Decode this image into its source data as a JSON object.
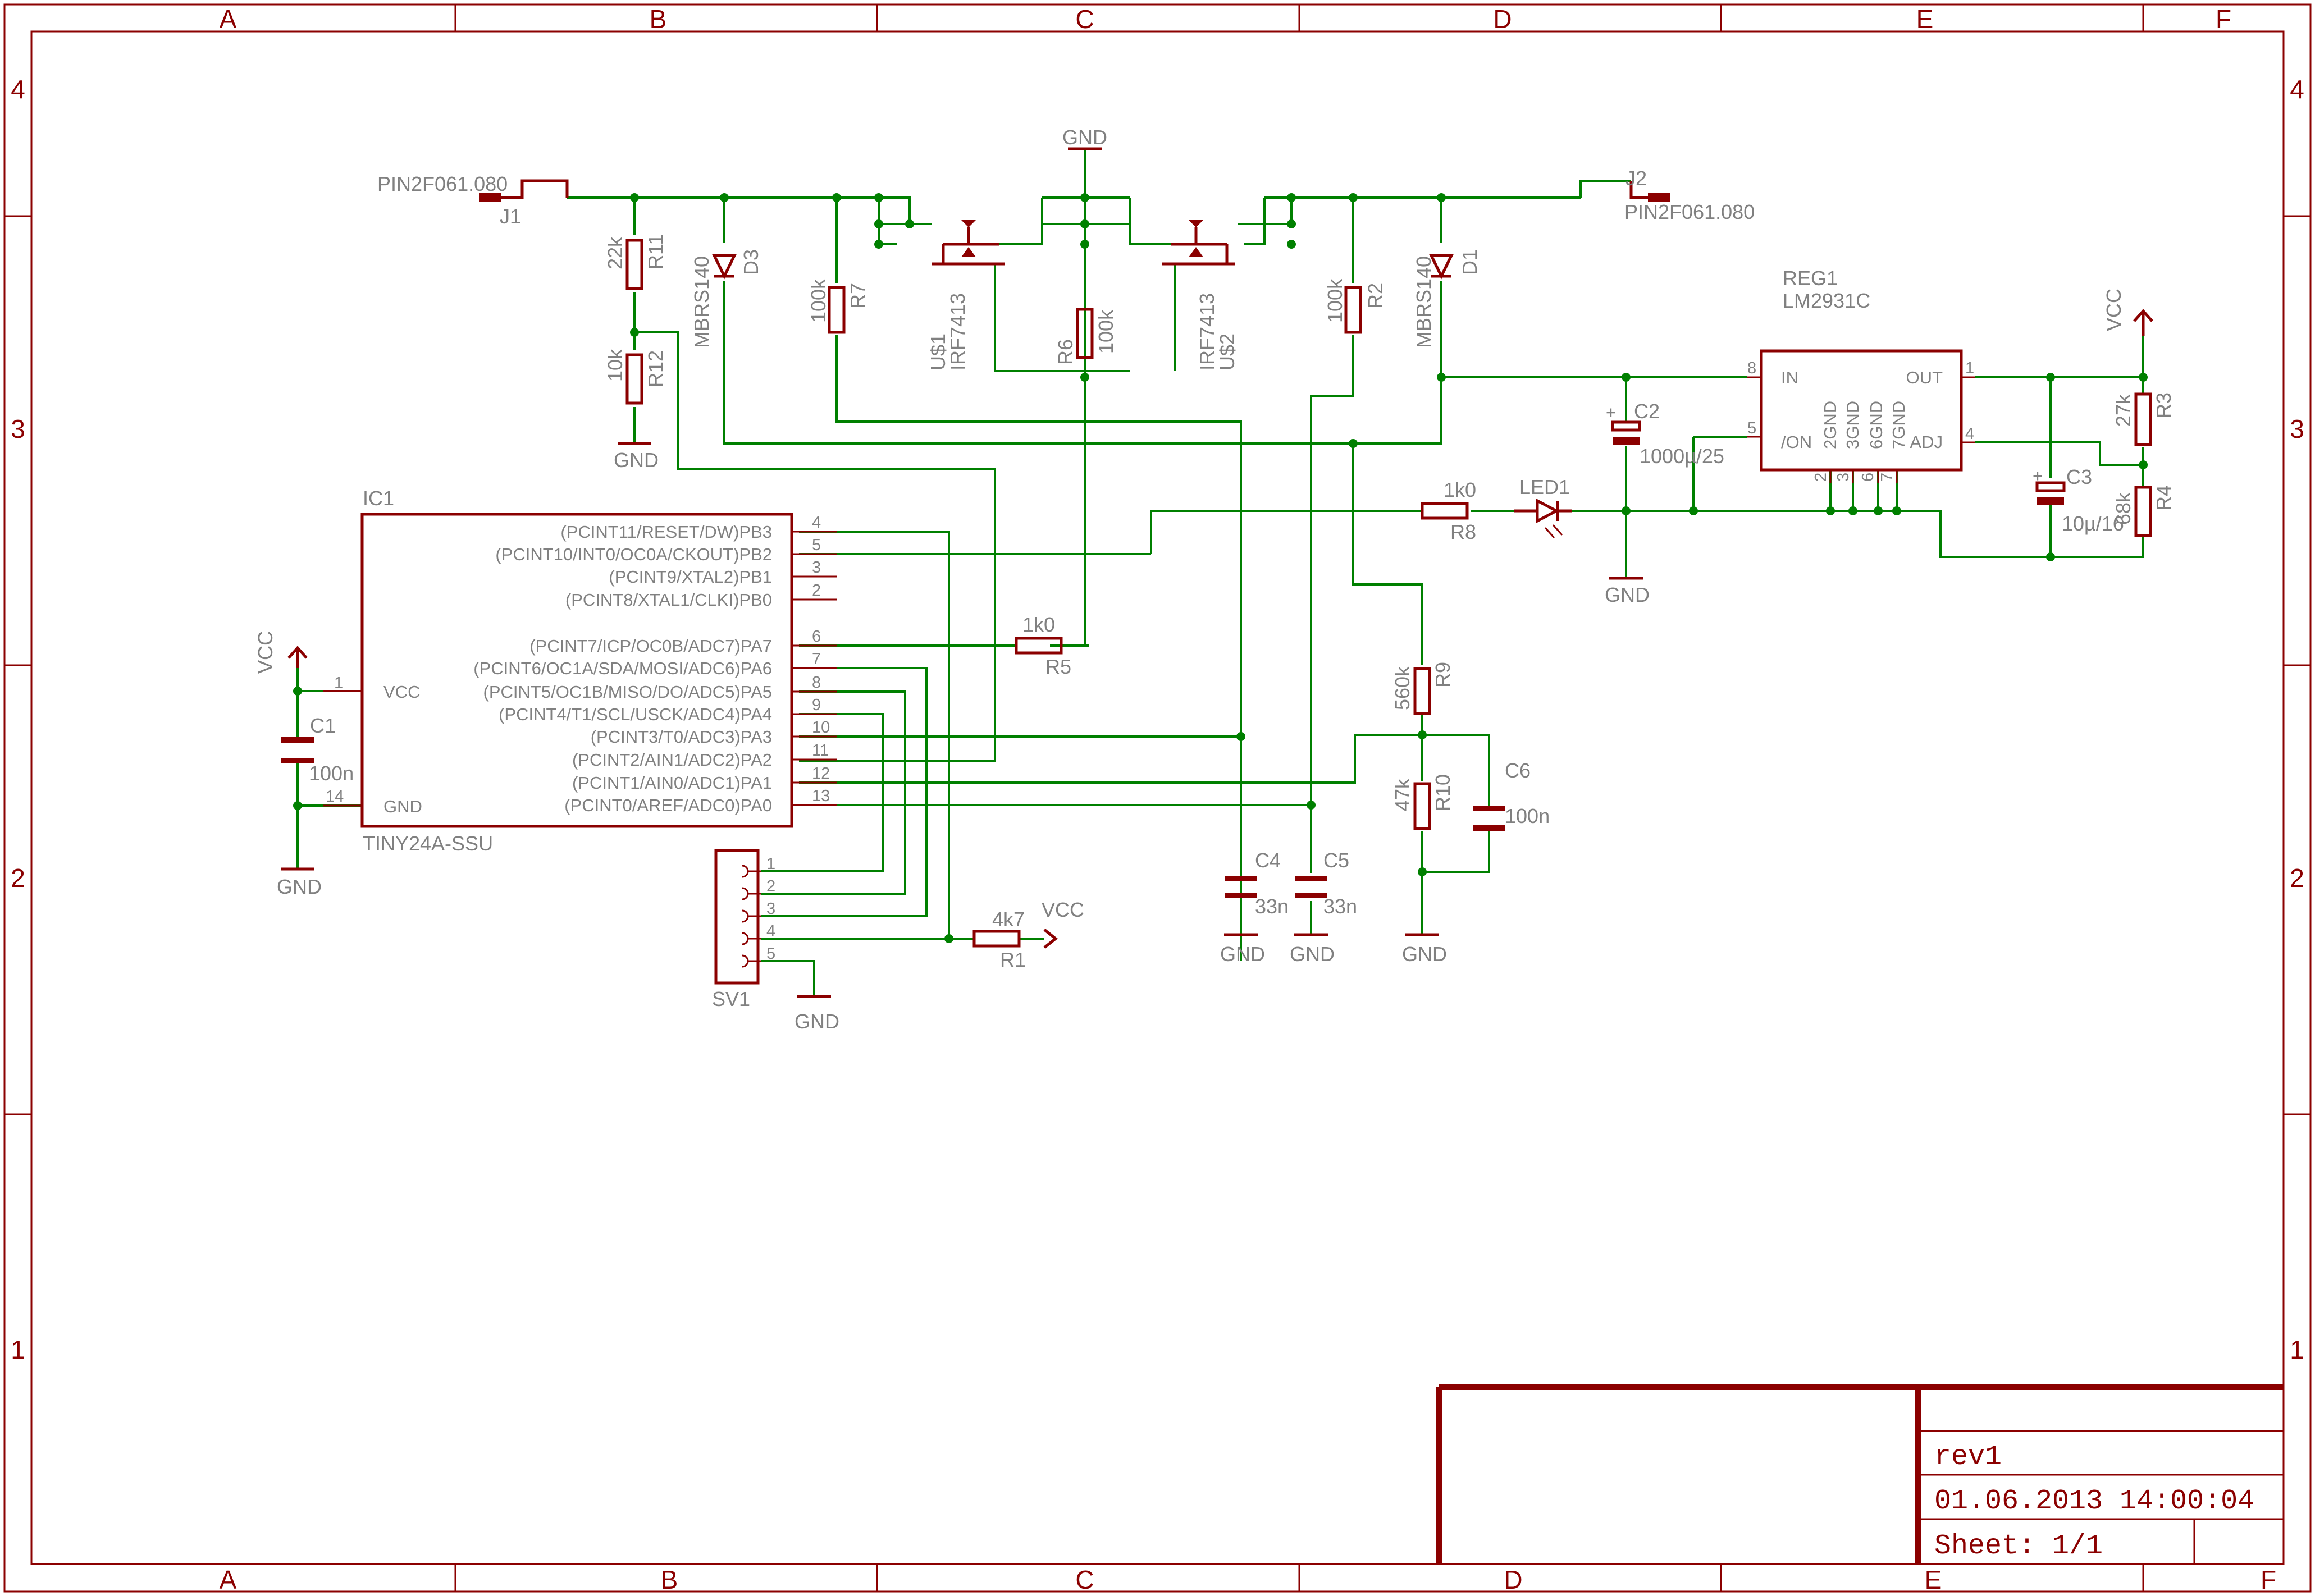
{
  "frame": {
    "columns": [
      "A",
      "B",
      "C",
      "D",
      "E",
      "F"
    ],
    "rows": [
      "4",
      "3",
      "2",
      "1"
    ]
  },
  "title_block": {
    "revision": "rev1",
    "datetime": "01.06.2013 14:00:04",
    "sheet": "Sheet: 1/1"
  },
  "connectors": {
    "j1": {
      "name": "J1",
      "value": "PIN2F061.080"
    },
    "j2": {
      "name": "J2",
      "value": "PIN2F061.080"
    },
    "sv1": {
      "name": "SV1",
      "pins": [
        "1",
        "2",
        "3",
        "4",
        "5"
      ]
    }
  },
  "ic1": {
    "name": "IC1",
    "value": "TINY24A-SSU",
    "left_pins": [
      {
        "num": "1",
        "label": "VCC"
      },
      {
        "num": "14",
        "label": "GND"
      }
    ],
    "right_pins": [
      {
        "num": "4",
        "label": "(PCINT11/RESET/DW)PB3"
      },
      {
        "num": "5",
        "label": "(PCINT10/INT0/OC0A/CKOUT)PB2"
      },
      {
        "num": "3",
        "label": "(PCINT9/XTAL2)PB1"
      },
      {
        "num": "2",
        "label": "(PCINT8/XTAL1/CLKI)PB0"
      },
      {
        "num": "6",
        "label": "(PCINT7/ICP/OC0B/ADC7)PA7"
      },
      {
        "num": "7",
        "label": "(PCINT6/OC1A/SDA/MOSI/ADC6)PA6"
      },
      {
        "num": "8",
        "label": "(PCINT5/OC1B/MISO/DO/ADC5)PA5"
      },
      {
        "num": "9",
        "label": "(PCINT4/T1/SCL/USCK/ADC4)PA4"
      },
      {
        "num": "10",
        "label": "(PCINT3/T0/ADC3)PA3"
      },
      {
        "num": "11",
        "label": "(PCINT2/AIN1/ADC2)PA2"
      },
      {
        "num": "12",
        "label": "(PCINT1/AIN0/ADC1)PA1"
      },
      {
        "num": "13",
        "label": "(PCINT0/AREF/ADC0)PA0"
      }
    ]
  },
  "reg1": {
    "name": "REG1",
    "value": "LM2931C",
    "pin_in": {
      "num": "8",
      "label": "IN"
    },
    "pin_on": {
      "num": "5",
      "label": "/ON"
    },
    "pin_out": {
      "num": "1",
      "label": "OUT"
    },
    "pin_adj": {
      "num": "4",
      "label": "ADJ"
    },
    "gnd_pins": [
      "2GND",
      "3GND",
      "6GND",
      "7GND"
    ],
    "gnd_nums": [
      "2",
      "3",
      "6",
      "7"
    ]
  },
  "mosfets": {
    "u1": {
      "name": "U$1",
      "value": "IRF7413"
    },
    "u2": {
      "name": "U$2",
      "value": "IRF7413"
    }
  },
  "diodes": {
    "d3": {
      "name": "D3",
      "value": "MBRS140"
    },
    "d1": {
      "name": "D1",
      "value": "MBRS140"
    },
    "led1": {
      "name": "LED1"
    }
  },
  "resistors": {
    "r11": {
      "name": "R11",
      "value": "22k"
    },
    "r12": {
      "name": "R12",
      "value": "10k"
    },
    "r7": {
      "name": "R7",
      "value": "100k"
    },
    "r6": {
      "name": "R6",
      "value": "100k"
    },
    "r2": {
      "name": "R2",
      "value": "100k"
    },
    "r5": {
      "name": "R5",
      "value": "1k0"
    },
    "r8": {
      "name": "R8",
      "value": "1k0"
    },
    "r9": {
      "name": "R9",
      "value": "560k"
    },
    "r10": {
      "name": "R10",
      "value": "47k"
    },
    "r1": {
      "name": "R1",
      "value": "4k7"
    },
    "r3": {
      "name": "R3",
      "value": "27k"
    },
    "r4": {
      "name": "R4",
      "value": "68k"
    }
  },
  "capacitors": {
    "c1": {
      "name": "C1",
      "value": "100n"
    },
    "c2": {
      "name": "C2",
      "value": "1000µ/25"
    },
    "c3": {
      "name": "C3",
      "value": "10µ/16"
    },
    "c4": {
      "name": "C4",
      "value": "33n"
    },
    "c5": {
      "name": "C5",
      "value": "33n"
    },
    "c6": {
      "name": "C6",
      "value": "100n"
    }
  },
  "supplies": {
    "gnd": "GND",
    "vcc": "VCC"
  }
}
